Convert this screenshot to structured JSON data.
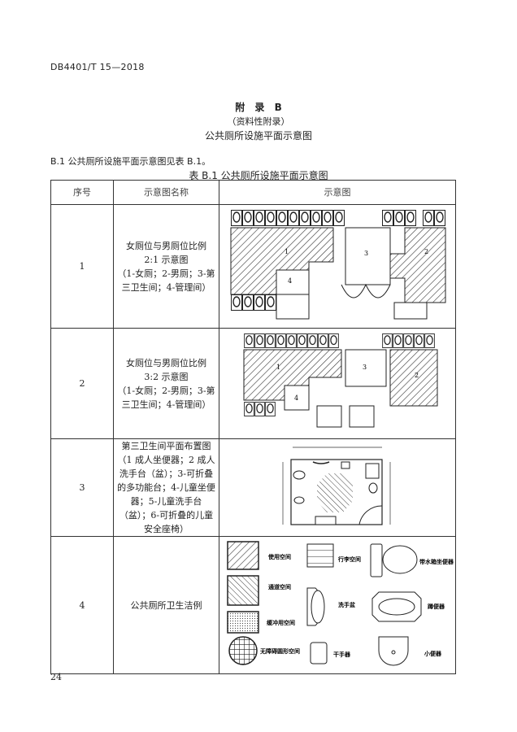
{
  "header": {
    "doc_id": "DB4401/T 15—2018"
  },
  "appendix": {
    "title": "附 录 B",
    "subtitle": "（资料性附录）",
    "name": "公共厕所设施平面示意图"
  },
  "intro": "B.1 公共厕所设施平面示意图见表 B.1。",
  "table": {
    "caption": "表 B.1 公共厕所设施平面示意图",
    "headers": [
      "序号",
      "示意图名称",
      "示意图"
    ],
    "rows": [
      {
        "no": "1",
        "name": [
          "女厕位与男厕位比例",
          "2:1 示意图",
          "（1-女厕；2-男厕；3-第三卫生间；4-管理间）"
        ],
        "plan_labels": [
          "1",
          "2",
          "3",
          "4"
        ]
      },
      {
        "no": "2",
        "name": [
          "女厕位与男厕位比例",
          "3:2 示意图",
          "（1-女厕；2-男厕；3-第三卫生间；4-管理间）"
        ],
        "plan_labels": [
          "1",
          "2",
          "3",
          "4"
        ]
      },
      {
        "no": "3",
        "name": [
          "第三卫生间平面布置图",
          "（1 成人坐便器；2 成人洗手台（盆）；3-可折叠的多功能台；4-儿童坐便器；5-儿童洗手台（盆）；6-可折叠的儿童安全座椅）"
        ]
      },
      {
        "no": "4",
        "name": [
          "公共厕所卫生洁例"
        ],
        "legend": [
          "使用空间",
          "行李空间",
          "带水箱坐便器",
          "通道空间",
          "洗手盆",
          "蹲便器",
          "缓冲用空间",
          "干手器",
          "无障碍圆形空间",
          "小便器"
        ]
      }
    ]
  },
  "footer": {
    "page": "24"
  }
}
